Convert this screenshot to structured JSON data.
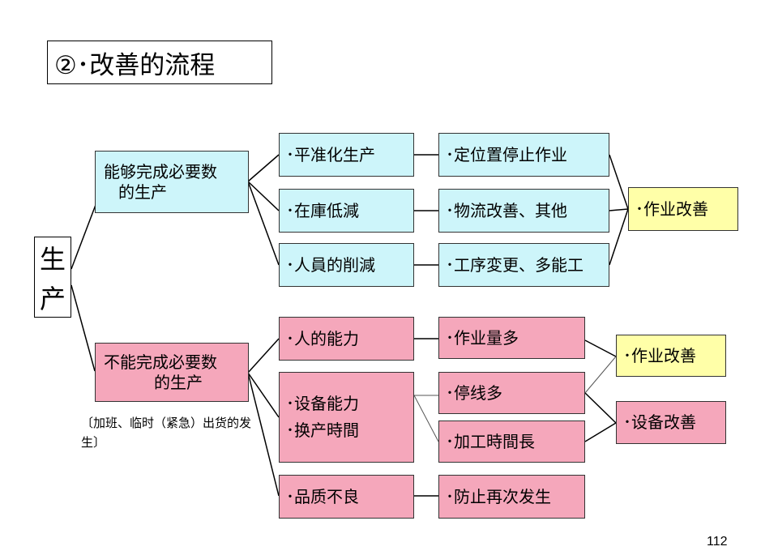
{
  "title": "②･改善的流程",
  "root": {
    "char1": "生",
    "char2": "产"
  },
  "top_branch": {
    "line1": "能够完成必要数",
    "line2": "的生产",
    "rows": [
      {
        "cause": "･平准化生产",
        "action": "･定位置停止作业"
      },
      {
        "cause": "･在庫低減",
        "action": "･物流改善、其他"
      },
      {
        "cause": "･人員的削減",
        "action": "･工序変更、多能工"
      }
    ],
    "outcome": "･作业改善"
  },
  "bottom_branch": {
    "line1": "不能完成必要数",
    "line2": "的生产",
    "note": "〔加班、临时（紧急）出货的发生〕",
    "causes": {
      "human": "･人的能力",
      "equipment_line1": "･设备能力",
      "equipment_line2": "･换产時間",
      "quality": "･品质不良"
    },
    "effects": {
      "work_volume": "･作业量多",
      "line_stop": "･停线多",
      "processing_time": "･加工時間長",
      "prevent_recurrence": "･防止再次发生"
    },
    "outcomes": {
      "work": "･作业改善",
      "equipment": "･设备改善"
    }
  },
  "page_number": "112",
  "colors": {
    "cyan": "#cdf5fa",
    "pink": "#f5a7bb",
    "yellow": "#ffffa8"
  }
}
